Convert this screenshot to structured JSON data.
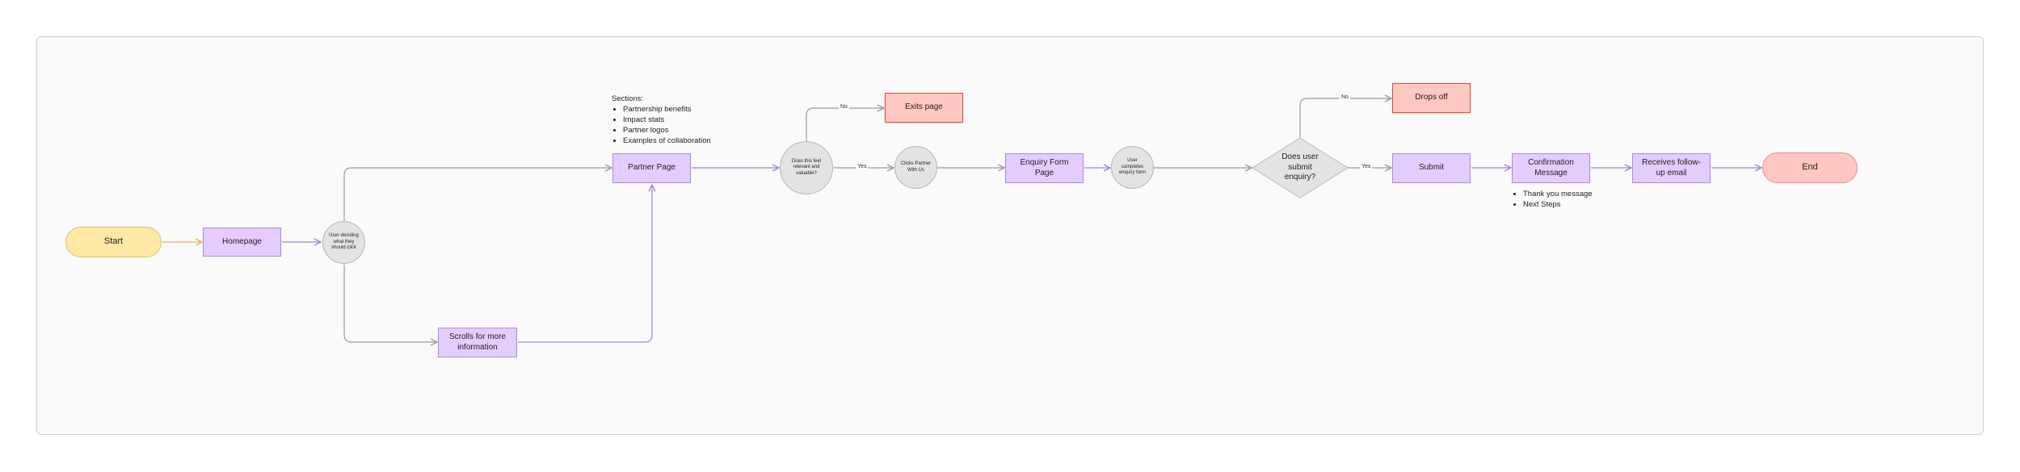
{
  "nodes": {
    "start": "Start",
    "homepage": "Homepage",
    "user_deciding": "User deciding what they should click",
    "partner_page": "Partner Page",
    "scrolls_more": "Scrolls for more information",
    "relevant_question": "Does this feel relevant and valuable?",
    "exits_page": "Exits page",
    "clicks_partner": "Clicks Partner With Us",
    "enquiry_form_page": "Enquiry Form Page",
    "completes_form": "User completes enquiry form",
    "submit_question": "Does user submit enquiry?",
    "drops_off": "Drops off",
    "submit": "Submit",
    "confirmation": "Confirmation Message",
    "follow_up": "Receives follow-up email",
    "end": "End"
  },
  "edge_labels": {
    "relevant_no": "No",
    "relevant_yes": "Yes",
    "submit_no": "No",
    "submit_yes": "Yes"
  },
  "notes": {
    "partner_sections": {
      "heading": "Sections:",
      "items": [
        "Partnership benefits",
        "Impact stats",
        "Partner logos",
        "Examples of collaboration"
      ]
    },
    "confirmation_details": {
      "items": [
        "Thank you message",
        "Next Steps"
      ]
    }
  },
  "colors": {
    "start_fill": "#ffe8a3",
    "process_fill": "#e4ccff",
    "decision_fill": "#e3e3e3",
    "exit_fill": "#ffc7c2",
    "exit_border": "#e44b37",
    "connector": "#9d88cc",
    "start_connector": "#e0b25a",
    "neutral_connector": "#9a9a9a"
  }
}
